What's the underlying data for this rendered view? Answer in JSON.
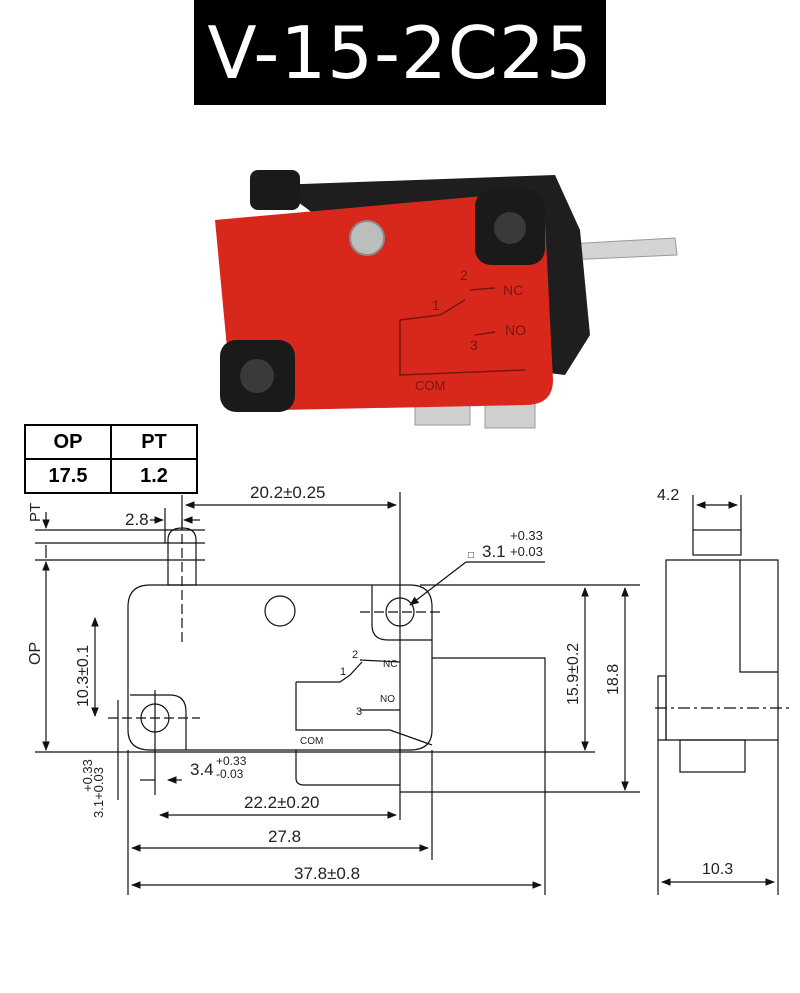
{
  "title": "V-15-2C25",
  "photo_labels": {
    "pin2": "2",
    "pin1": "1",
    "pin3": "3",
    "nc": "NC",
    "no": "NO",
    "com": "COM"
  },
  "spec_table": {
    "headers": [
      "OP",
      "PT"
    ],
    "values": [
      "17.5",
      "1.2"
    ]
  },
  "dimensions": {
    "top_width": "20.2±0.25",
    "lever_offset": "2.8",
    "pt": "PT",
    "op": "OP",
    "hole_top": "3.1",
    "hole_top_tol_plus": "+0.33",
    "hole_top_tol_minus": "+0.03",
    "hole_spacing_v": "10.3±0.1",
    "height_inner": "15.9±0.2",
    "height_total": "18.8",
    "hole_bottom": "3.1+0.03",
    "hole_bottom_tol": "+0.33",
    "hole_offset": "3.4",
    "hole_offset_tol_plus": "+0.33",
    "hole_offset_tol_minus": "-0.03",
    "hole_spacing_h": "22.2±0.20",
    "body_width": "27.8",
    "overall_width": "37.8±0.8",
    "side_top": "4.2",
    "side_width": "10.3",
    "diag_pin2": "2",
    "diag_pin1": "1",
    "diag_pin3": "3",
    "diag_nc": "NC",
    "diag_no": "NO",
    "diag_com": "COM"
  },
  "colors": {
    "body_red": "#d8281c",
    "body_black": "#1a1a1a",
    "terminal": "#c9c9c9"
  }
}
